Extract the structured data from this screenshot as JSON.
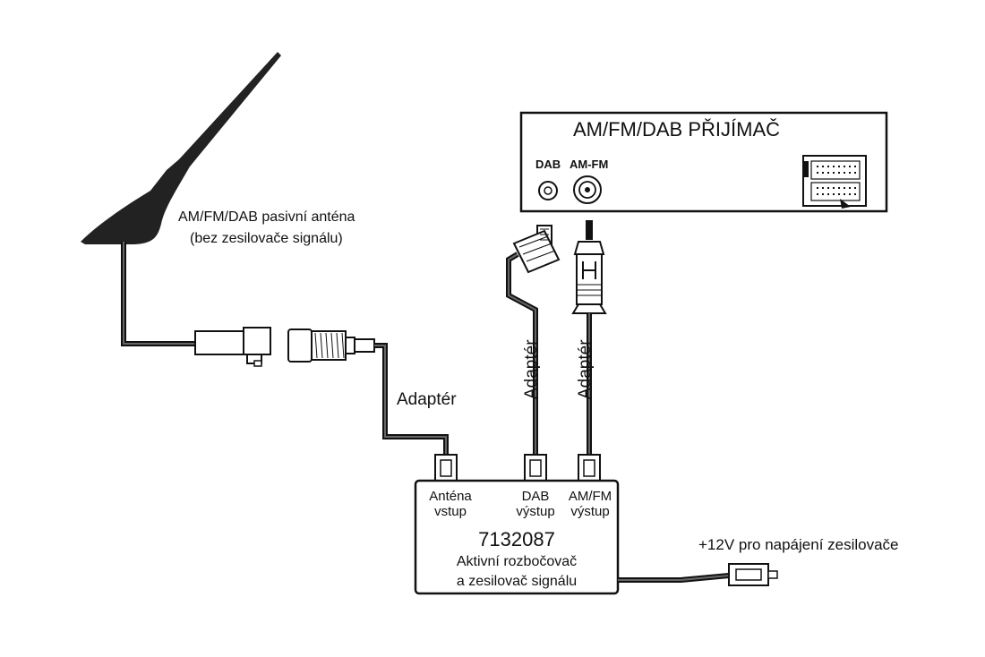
{
  "receiver": {
    "title": "AM/FM/DAB PŘIJÍMAČ",
    "dab_label": "DAB",
    "amfm_label": "AM-FM"
  },
  "antenna": {
    "line1": "AM/FM/DAB pasivní anténa",
    "line2": "(bez zesilovače signálu)"
  },
  "adapters": {
    "left": "Adaptér",
    "dab": "Adaptér",
    "amfm": "Adaptér"
  },
  "splitter": {
    "port_antenna_l1": "Anténa",
    "port_antenna_l2": "vstup",
    "port_dab_l1": "DAB",
    "port_dab_l2": "výstup",
    "port_amfm_l1": "AM/FM",
    "port_amfm_l2": "výstup",
    "part_number": "7132087",
    "desc_l1": "Aktivní rozbočovač",
    "desc_l2": "a zesilovač signálu"
  },
  "power": {
    "label": "+12V pro napájení zesilovače"
  }
}
